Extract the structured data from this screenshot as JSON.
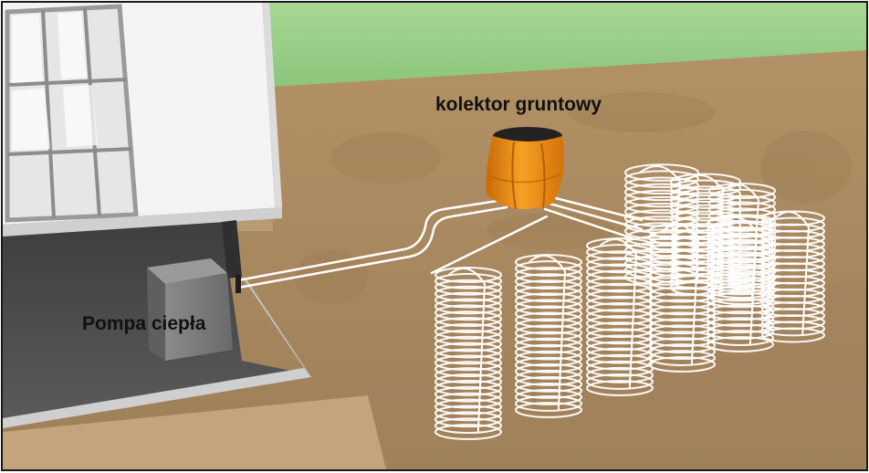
{
  "labels": {
    "collector": "kolektor gruntowy",
    "pump": "Pompa ciepła"
  },
  "colors": {
    "grass": "#97cf86",
    "soil": "#b89a73",
    "soil_dark": "#9c7c55",
    "house_wall": "#f4f4f4",
    "basement": "#4a4a4a",
    "pump_unit": "#7d7d7d",
    "collector": "#f08a10",
    "pipe": "#ffffff"
  },
  "icons": {
    "collector": "orange-manifold-tank",
    "pump": "grey-heat-pump-box",
    "coils": "spiral-ground-coils"
  }
}
